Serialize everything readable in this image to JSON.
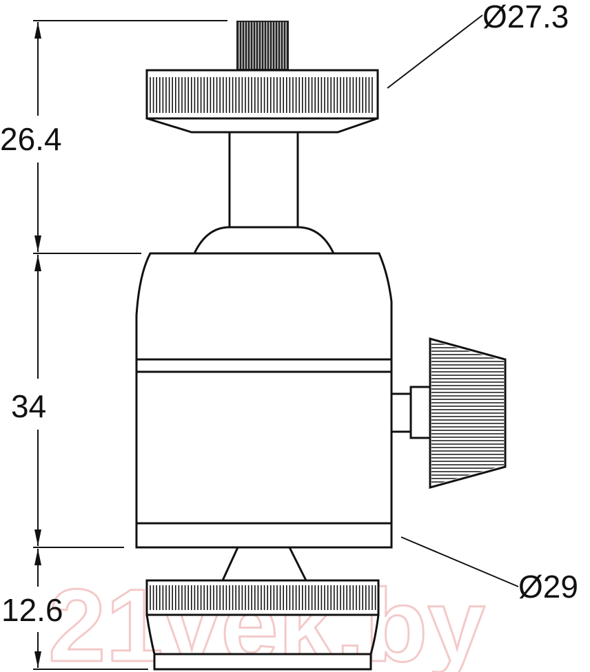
{
  "dimensions": {
    "top_height": "26.4",
    "body_height": "34",
    "base_height": "12.6",
    "top_diameter": "Ø27.3",
    "body_diameter": "Ø29"
  },
  "watermark": {
    "text": "21vek.by",
    "color": "#f4c9c9"
  },
  "colors": {
    "line": "#111111",
    "background": "#ffffff"
  }
}
